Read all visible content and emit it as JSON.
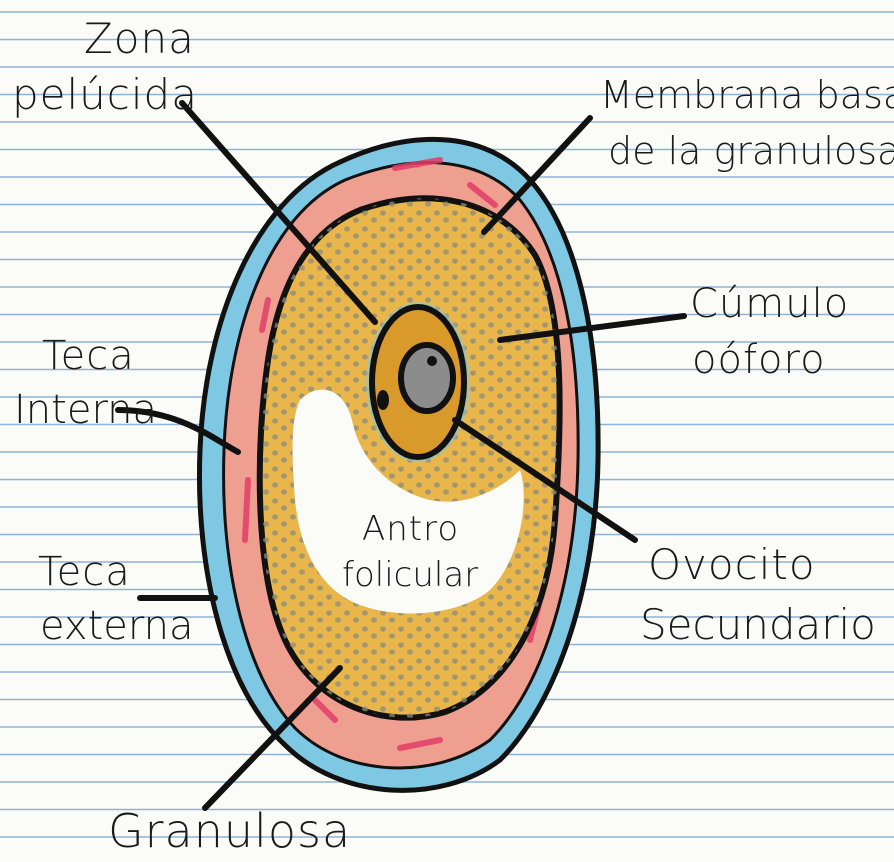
{
  "labels": {
    "zona_pelucida": [
      "Zona",
      "pelúcida"
    ],
    "membrana_basal": [
      "Membrana basal",
      "de la granulosa"
    ],
    "cumulo_ooforo": [
      "Cúmulo",
      "oóforo"
    ],
    "teca_interna": [
      "Teca",
      "Interna"
    ],
    "teca_externa": [
      "Teca",
      "externa"
    ],
    "antro_folicular": [
      "Antro",
      "folicular"
    ],
    "ovocito_secundario": [
      "Ovocito",
      "Secundario"
    ],
    "granulosa": "Granulosa"
  },
  "colors": {
    "paper": "#fbfbf8",
    "ruled_line": "#8fb3d6",
    "teca_externa": "#7ec8e3",
    "teca_interna": "#ef9f90",
    "teca_interna_streak": "#e23d67",
    "granulosa": "#e8b64a",
    "granulosa_dots": "#8a8a7a",
    "ovocito": "#8c8c8c",
    "ink": "#111111"
  }
}
